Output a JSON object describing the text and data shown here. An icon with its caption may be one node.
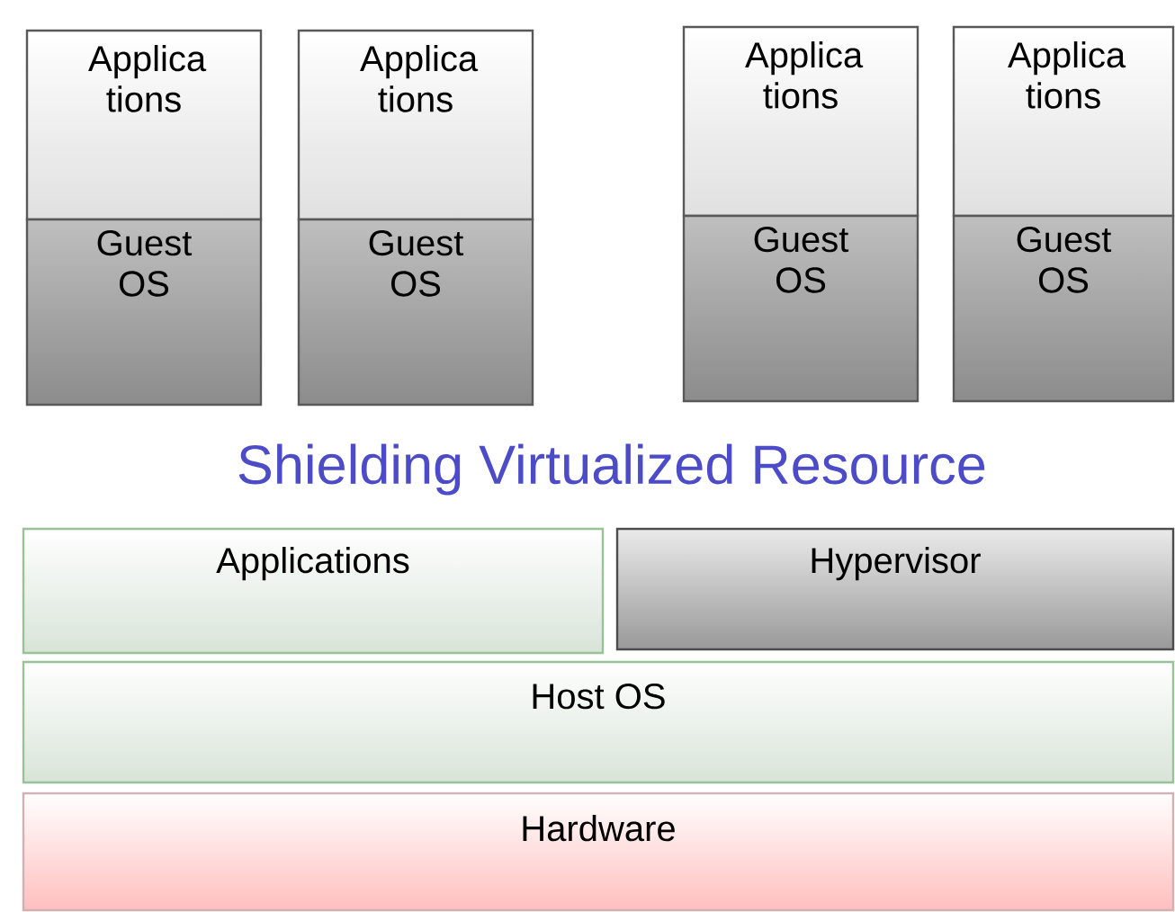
{
  "diagram": {
    "title": "Shielding Virtualized Resource",
    "nodes": [
      {
        "text": [
          "Applica tions"
        ]
      },
      {
        "text": [
          "Guest OS"
        ]
      },
      {
        "text": [
          "Applica tions"
        ]
      },
      {
        "text": [
          "Guest OS"
        ]
      },
      {
        "text": [
          "Applica tions"
        ]
      },
      {
        "text": [
          "Guest OS"
        ]
      },
      {
        "text": [
          "Applica tions"
        ]
      },
      {
        "text": [
          "Guest OS"
        ]
      },
      {
        "text": [
          "Applications"
        ]
      },
      {
        "text": [
          "Hypervisor"
        ]
      },
      {
        "text": [
          "Host OS"
        ]
      },
      {
        "text": [
          "Hardware"
        ]
      }
    ]
  }
}
